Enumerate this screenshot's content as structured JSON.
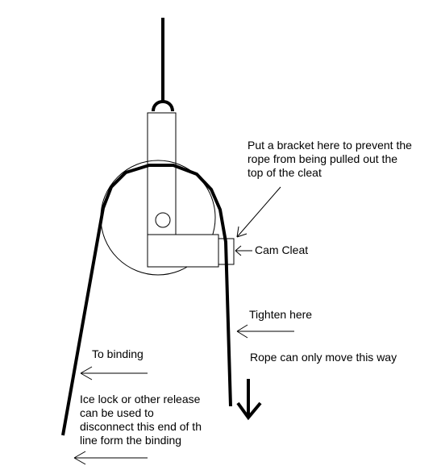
{
  "labels": {
    "bracket_note": "Put a bracket here to prevent the\nrope from being pulled out the\ntop of the cleat",
    "cam_cleat": "Cam Cleat",
    "tighten": "Tighten here",
    "rope_direction": "Rope can only move this way",
    "to_binding": "To binding",
    "release_note": "Ice lock or other release\ncan be used to\ndisconnect this end of th\nline form the binding"
  },
  "colors": {
    "line": "#000000",
    "background": "#ffffff"
  }
}
